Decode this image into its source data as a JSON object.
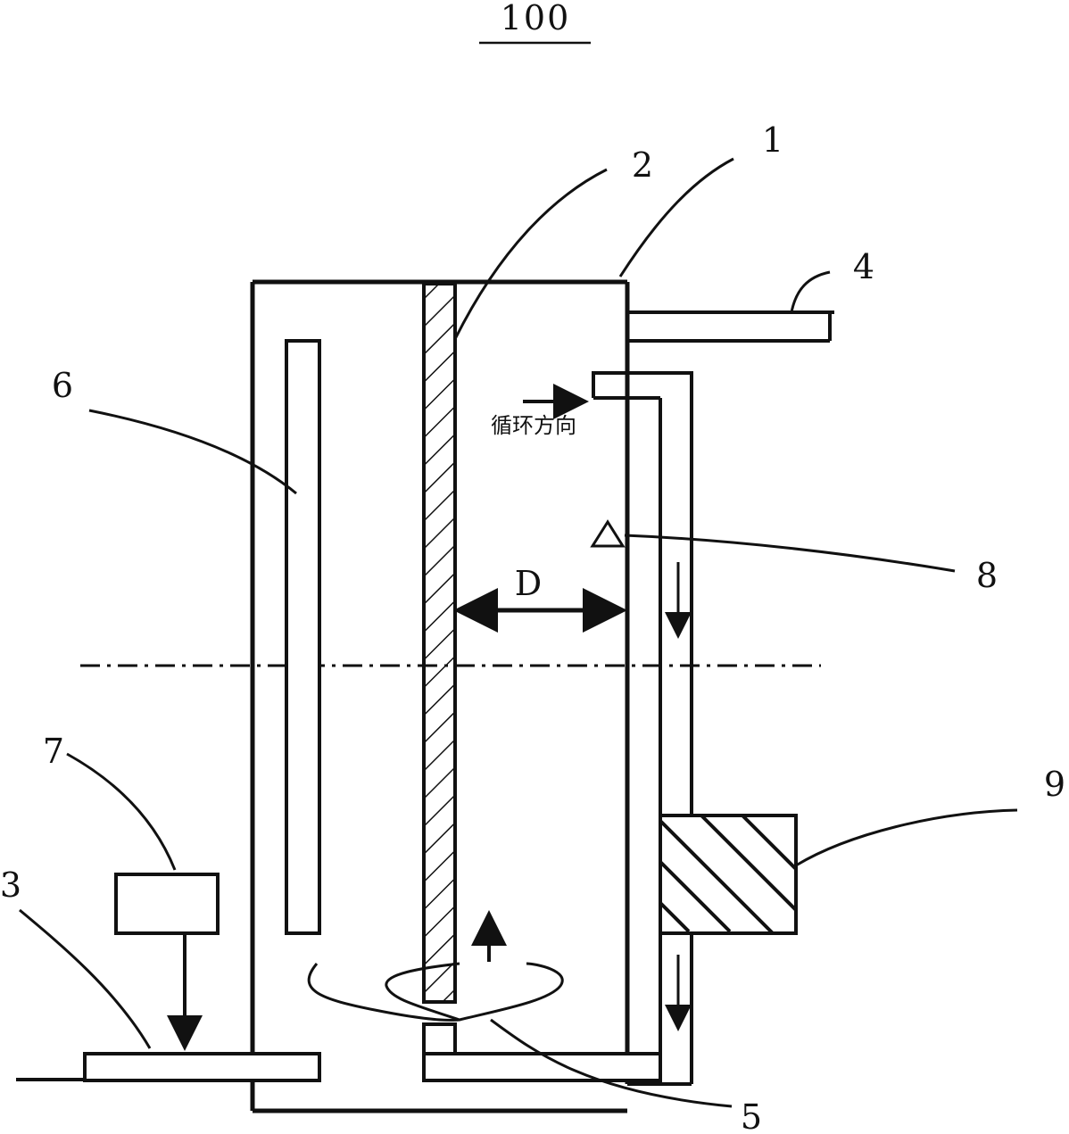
{
  "figure": {
    "title": "100",
    "labels": {
      "vessel": "1",
      "partition": "2",
      "base_plate": "3",
      "outlet_pipe": "4",
      "bottom_flow": "5",
      "heater_rod": "6",
      "actuator_box": "7",
      "sensor": "8",
      "cooling_block": "9"
    },
    "dimension_label": "D",
    "circulation_text": "循环方向"
  }
}
